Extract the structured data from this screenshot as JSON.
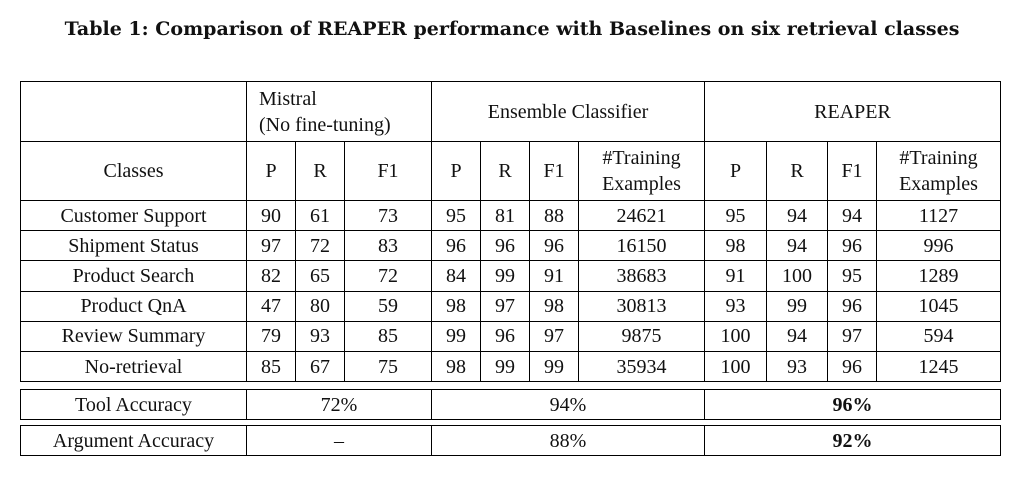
{
  "caption": "Table 1: Comparison of REAPER performance with Baselines on six retrieval classes",
  "headers": {
    "group_mistral_line1": "Mistral",
    "group_mistral_line2": "(No fine-tuning)",
    "group_ensemble": "Ensemble Classifier",
    "group_reaper": "REAPER",
    "classes": "Classes",
    "p": "P",
    "r": "R",
    "f1": "F1",
    "training_line1": "#Training",
    "training_line2": "Examples"
  },
  "rows": [
    {
      "cls": "Customer Support",
      "cells": [
        "90",
        "61",
        "73",
        "95",
        "81",
        "88",
        "24621",
        "95",
        "94",
        "94",
        "1127"
      ]
    },
    {
      "cls": "Shipment Status",
      "cells": [
        "97",
        "72",
        "83",
        "96",
        "96",
        "96",
        "16150",
        "98",
        "94",
        "96",
        "996"
      ]
    },
    {
      "cls": "Product Search",
      "cells": [
        "82",
        "65",
        "72",
        "84",
        "99",
        "91",
        "38683",
        "91",
        "100",
        "95",
        "1289"
      ]
    },
    {
      "cls": "Product QnA",
      "cells": [
        "47",
        "80",
        "59",
        "98",
        "97",
        "98",
        "30813",
        "93",
        "99",
        "96",
        "1045"
      ]
    },
    {
      "cls": "Review Summary",
      "cells": [
        "79",
        "93",
        "85",
        "99",
        "96",
        "97",
        "9875",
        "100",
        "94",
        "97",
        "594"
      ]
    },
    {
      "cls": "No-retrieval",
      "cells": [
        "85",
        "67",
        "75",
        "98",
        "99",
        "99",
        "35934",
        "100",
        "93",
        "96",
        "1245"
      ]
    }
  ],
  "tool_accuracy": {
    "label": "Tool Accuracy",
    "mistral": "72%",
    "ensemble": "94%",
    "reaper": "96%"
  },
  "argument_accuracy": {
    "label": "Argument Accuracy",
    "mistral": "–",
    "ensemble": "88%",
    "reaper": "92%"
  }
}
